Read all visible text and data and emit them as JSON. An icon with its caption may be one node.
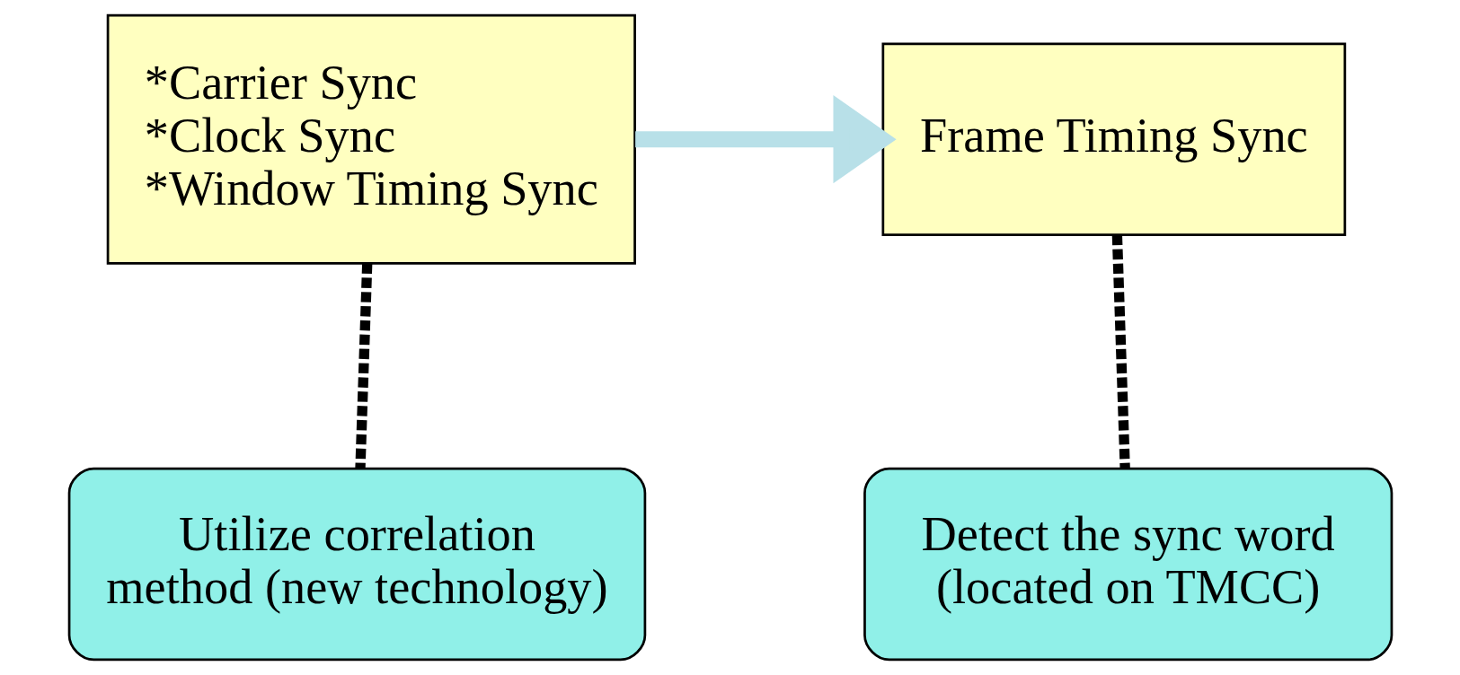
{
  "diagram": {
    "nodes": [
      {
        "text": [
          "*Carrier Sync",
          "*Clock Sync",
          "*Window Timing Sync"
        ]
      },
      {
        "text": [
          "Frame Timing Sync"
        ]
      },
      {
        "text": [
          "Utilize correlation method (new technology)"
        ]
      },
      {
        "text": [
          "Detect the sync word (located on TMCC)"
        ]
      }
    ],
    "edges": [
      {
        "from": 0,
        "to": 1,
        "arrow": "to",
        "color": "#b8e0e8"
      },
      {
        "from": 0,
        "to": 2,
        "arrow": "none",
        "style": "dashed"
      },
      {
        "from": 1,
        "to": 3,
        "arrow": "none",
        "style": "dashed"
      }
    ]
  }
}
